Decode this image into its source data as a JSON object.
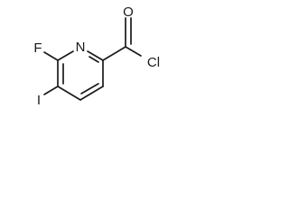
{
  "molecule": {
    "atoms": {
      "fluorine": "F",
      "nitrogen": "N",
      "oxygen": "O",
      "chlorine": "Cl",
      "iodine": "I"
    },
    "bond_color": "#1a1a1a"
  }
}
